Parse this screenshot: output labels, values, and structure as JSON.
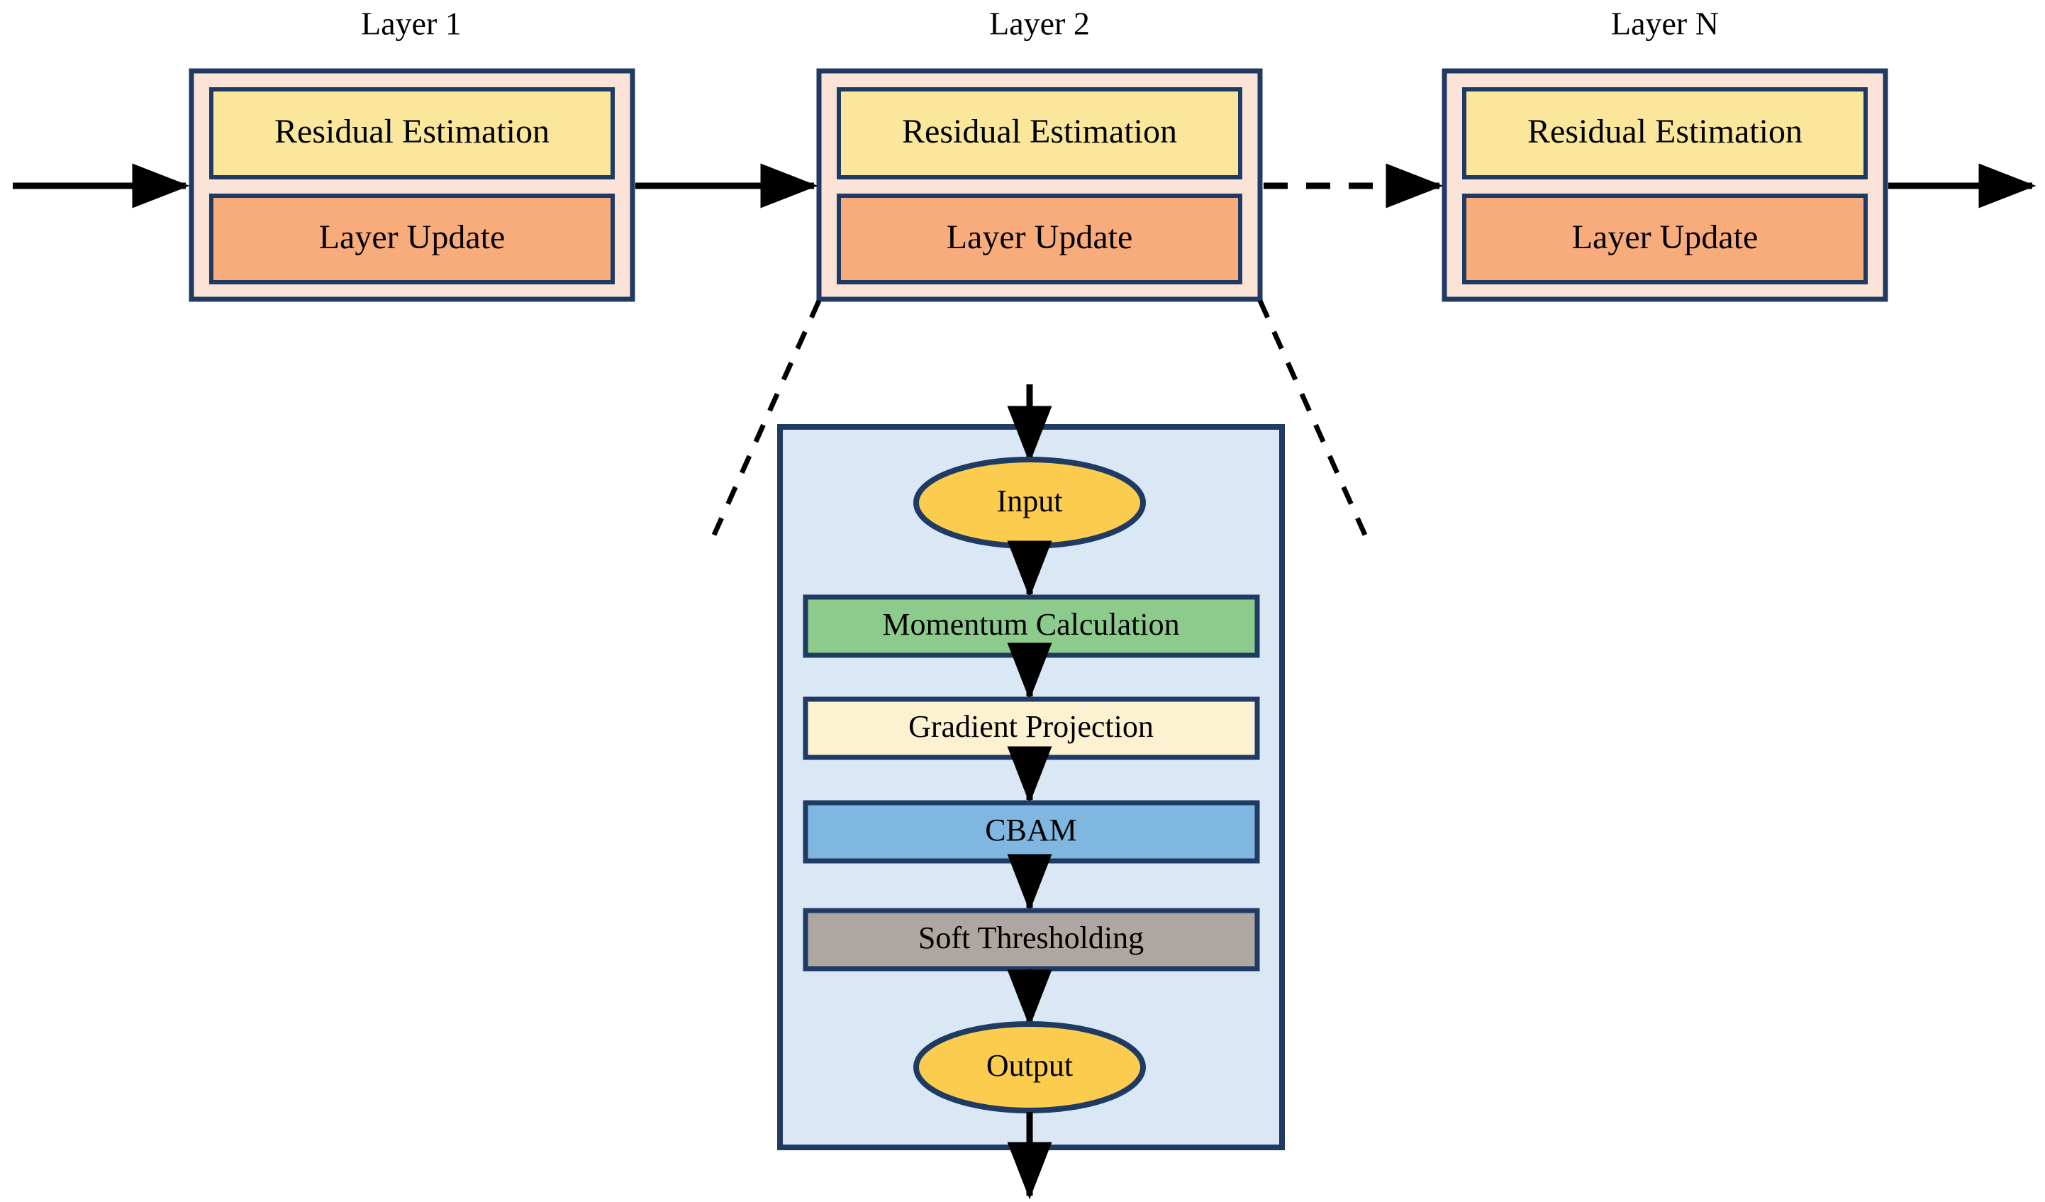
{
  "diagram": {
    "title_texts": [
      "Layer 1",
      "Layer 2",
      "Layer N"
    ],
    "layers": [
      {
        "id": "layer-1",
        "title": "Layer 1",
        "blocks": [
          {
            "name": "residual-estimation",
            "label": "Residual Estimation",
            "color": "#FAE79B"
          },
          {
            "name": "layer-update",
            "label": "Layer Update",
            "color": "#F9AC7B"
          }
        ]
      },
      {
        "id": "layer-2",
        "title": "Layer 2",
        "blocks": [
          {
            "name": "residual-estimation",
            "label": "Residual Estimation",
            "color": "#FAE79B"
          },
          {
            "name": "layer-update",
            "label": "Layer Update",
            "color": "#F9AC7B"
          }
        ]
      },
      {
        "id": "layer-n",
        "title": "Layer N",
        "blocks": [
          {
            "name": "residual-estimation",
            "label": "Residual Estimation",
            "color": "#FAE79B"
          },
          {
            "name": "layer-update",
            "label": "Layer Update",
            "color": "#F9AC7B"
          }
        ]
      }
    ],
    "detail_panel": {
      "name": "layer-2-detail-panel",
      "background": "#DAE7F5",
      "border": "#1F3A63",
      "nodes": [
        {
          "name": "input-node",
          "label": "Input",
          "shape": "ellipse",
          "color": "#FBCC4D"
        },
        {
          "name": "momentum-calculation-node",
          "label": "Momentum Calculation",
          "shape": "rect",
          "color": "#8CCB8C"
        },
        {
          "name": "gradient-projection-node",
          "label": "Gradient Projection",
          "shape": "rect",
          "color": "#FCF2D2"
        },
        {
          "name": "cbam-node",
          "label": "CBAM",
          "shape": "rect",
          "color": "#7FB7E0"
        },
        {
          "name": "soft-thresholding-node",
          "label": "Soft Thresholding",
          "shape": "rect",
          "color": "#ADA6A1"
        },
        {
          "name": "output-node",
          "label": "Output",
          "shape": "ellipse",
          "color": "#FBCC4D"
        }
      ]
    },
    "connectors": [
      {
        "name": "input-arrow-to-layer-1",
        "style": "solid"
      },
      {
        "name": "arrow-layer-1-to-layer-2",
        "style": "solid"
      },
      {
        "name": "arrow-layer-2-to-layer-n",
        "style": "dashed"
      },
      {
        "name": "output-arrow-from-layer-n",
        "style": "solid"
      },
      {
        "name": "expand-line-left",
        "style": "dashed"
      },
      {
        "name": "expand-line-right",
        "style": "dashed"
      },
      {
        "name": "arrow-into-input",
        "style": "solid"
      },
      {
        "name": "arrow-input-to-momentum",
        "style": "solid"
      },
      {
        "name": "arrow-momentum-to-gradient",
        "style": "solid"
      },
      {
        "name": "arrow-gradient-to-cbam",
        "style": "solid"
      },
      {
        "name": "arrow-cbam-to-soft",
        "style": "solid"
      },
      {
        "name": "arrow-soft-to-output",
        "style": "solid"
      },
      {
        "name": "arrow-out-of-output",
        "style": "solid"
      }
    ],
    "colors": {
      "border_navy": "#1F3A63",
      "outer_box_fill": "#FBE3D8",
      "residual_fill": "#FAE79B",
      "layer_update_fill": "#F9AC7B",
      "panel_fill": "#DAE7F5",
      "terminal_fill": "#FBCC4D",
      "momentum_fill": "#8CCB8C",
      "gradient_fill": "#FCF2D2",
      "cbam_fill": "#7FB7E0",
      "soft_fill": "#ADA6A1",
      "arrow_stroke": "#000000"
    }
  }
}
